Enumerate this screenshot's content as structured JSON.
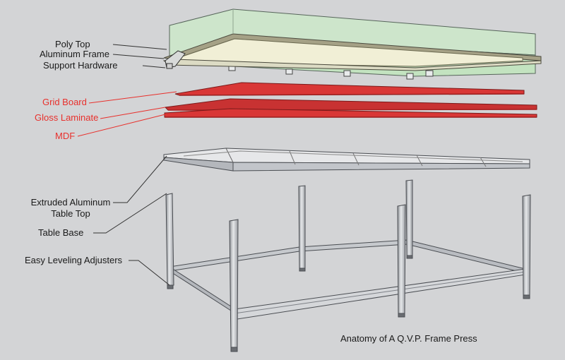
{
  "labels": {
    "poly_top": "Poly Top",
    "aluminum_frame": "Aluminum Frame",
    "support_hardware": "Support Hardware",
    "grid_board": "Grid Board",
    "gloss_laminate": "Gloss Laminate",
    "mdf": "MDF",
    "extruded_line1": "Extruded Aluminum",
    "extruded_line2": "Table Top",
    "table_base": "Table Base",
    "easy_leveling": "Easy Leveling Adjusters"
  },
  "caption": "Anatomy of A Q.V.P. Frame Press",
  "colors": {
    "background": "#d3d4d6",
    "label_dark": "#1a1a1a",
    "label_red": "#e8302c",
    "red_layer": "#d63434",
    "poly_top": "#c9e6c6",
    "aluminum": "#b9bcc0"
  }
}
